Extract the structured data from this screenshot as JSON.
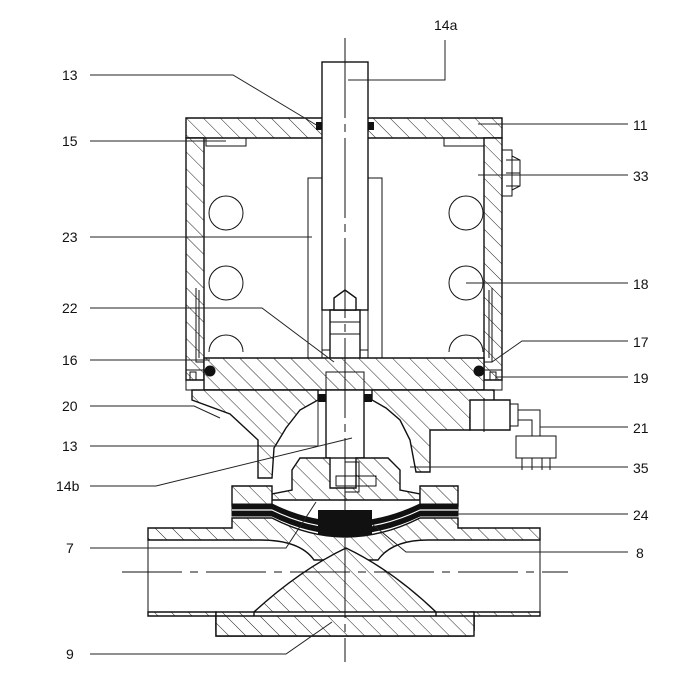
{
  "diagram": {
    "labels": {
      "l14a": "14a",
      "l13top": "13",
      "l11": "11",
      "l15": "15",
      "l33": "33",
      "l23": "23",
      "l18": "18",
      "l22": "22",
      "l17": "17",
      "l16": "16",
      "l19": "19",
      "l20": "20",
      "l21": "21",
      "l13mid": "13",
      "l35": "35",
      "l14b": "14b",
      "l24": "24",
      "l7": "7",
      "l8": "8",
      "l9": "9"
    }
  }
}
